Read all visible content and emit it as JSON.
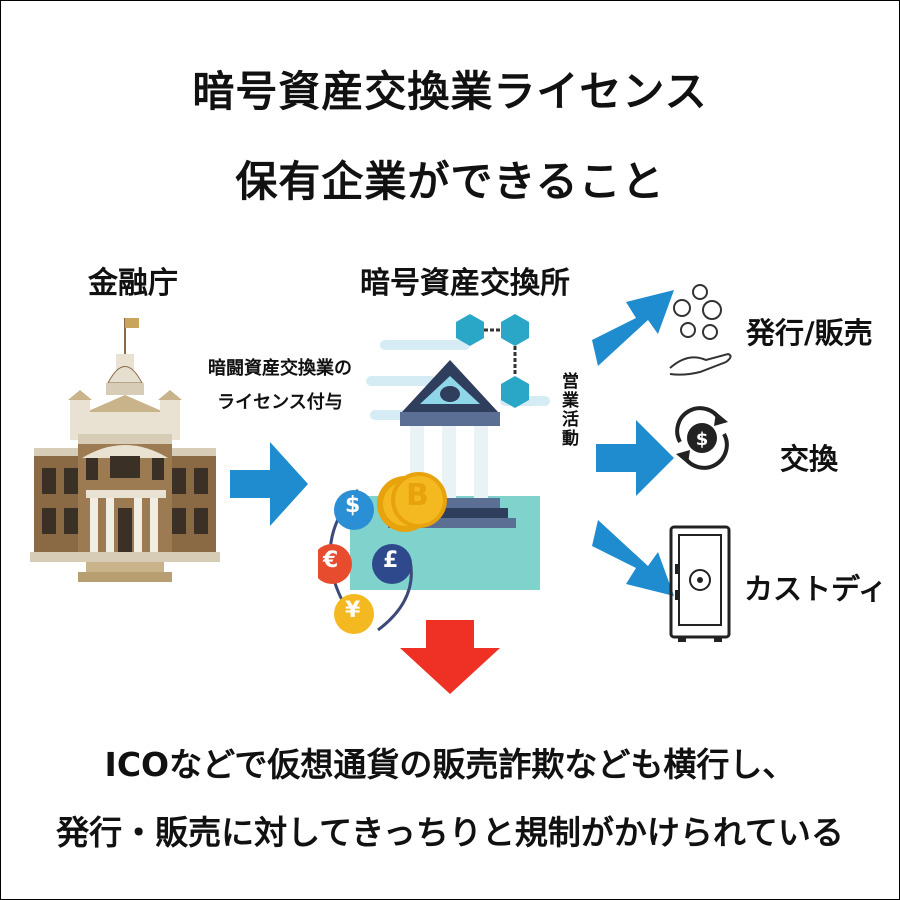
{
  "title": {
    "line1": "暗号資産交換業ライセンス",
    "line2": "保有企業ができること"
  },
  "regulator": {
    "label": "金融庁"
  },
  "grant": {
    "line1": "暗闘資産交換業の",
    "line2": "ライセンス付与"
  },
  "exchange": {
    "label": "暗号資産交換所"
  },
  "business_activity": {
    "label": "営業活動"
  },
  "services": [
    {
      "label": "発行/販売",
      "icon": "money-hand-icon"
    },
    {
      "label": "交換",
      "icon": "dollar-cycle-icon"
    },
    {
      "label": "カストディ",
      "icon": "safe-icon"
    }
  ],
  "currency_symbols": [
    "$",
    "€",
    "£",
    "¥"
  ],
  "coin_symbol": "B",
  "footer": {
    "line1": "ICOなどで仮想通貨の販売詐欺なども横行し、",
    "line2": "発行・販売に対してきっちりと規制がかけられている"
  },
  "colors": {
    "arrow_blue": "#1f8ccf",
    "arrow_red": "#ee3124",
    "building_brown": "#8a6a45",
    "teal": "#7fd3cc",
    "coin_gold": "#f4b820"
  }
}
